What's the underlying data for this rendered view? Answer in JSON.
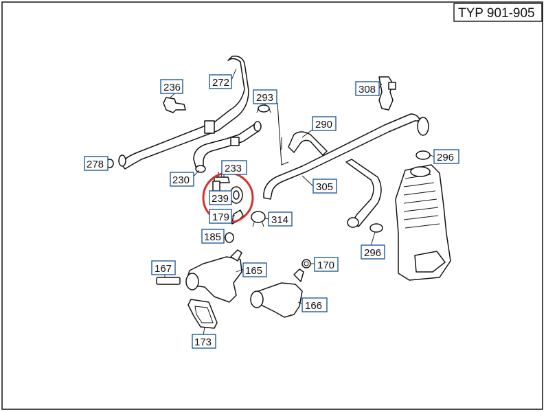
{
  "header": {
    "model_label": "TYP 901-905"
  },
  "colors": {
    "callout_border": "#1f5a9c",
    "highlight": "#d0312d",
    "line": "#111111"
  },
  "parts": {
    "p236": "236",
    "p272": "272",
    "p293": "293",
    "p308": "308",
    "p290": "290",
    "p278": "278",
    "p233": "233",
    "p296a": "296",
    "p230": "230",
    "p305": "305",
    "p239": "239",
    "p179": "179",
    "p314": "314",
    "p185": "185",
    "p296b": "296",
    "p167": "167",
    "p165": "165",
    "p170": "170",
    "p166": "166",
    "p173": "173"
  },
  "highlighted_part": "239"
}
